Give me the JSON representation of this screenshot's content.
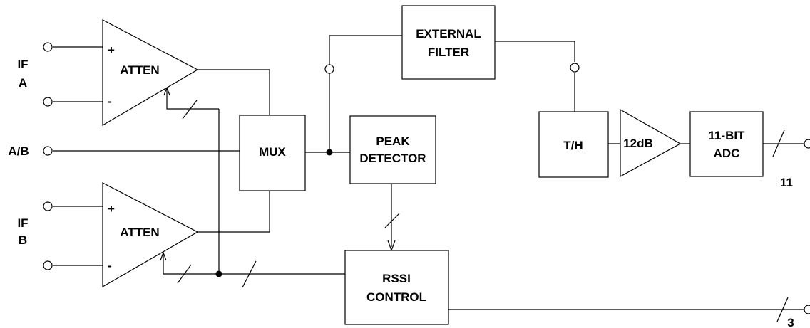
{
  "inputs": {
    "if_a": [
      "IF",
      "A"
    ],
    "ab": "A/B",
    "if_b": [
      "IF",
      "B"
    ]
  },
  "amp_top": {
    "label": "ATTEN",
    "plus": "+",
    "minus": "-"
  },
  "amp_bottom": {
    "label": "ATTEN",
    "plus": "+",
    "minus": "-"
  },
  "mux": {
    "label": "MUX"
  },
  "peak_detector": {
    "lines": [
      "PEAK",
      "DETECTOR"
    ]
  },
  "external_filter": {
    "lines": [
      "EXTERNAL",
      "FILTER"
    ]
  },
  "th": {
    "label": "T/H"
  },
  "gain": {
    "label": "12dB"
  },
  "adc": {
    "lines": [
      "11-BIT",
      "ADC"
    ]
  },
  "rssi": {
    "lines": [
      "RSSI",
      "CONTROL"
    ]
  },
  "bus_labels": {
    "adc_out": "11",
    "rssi_out": "3"
  }
}
